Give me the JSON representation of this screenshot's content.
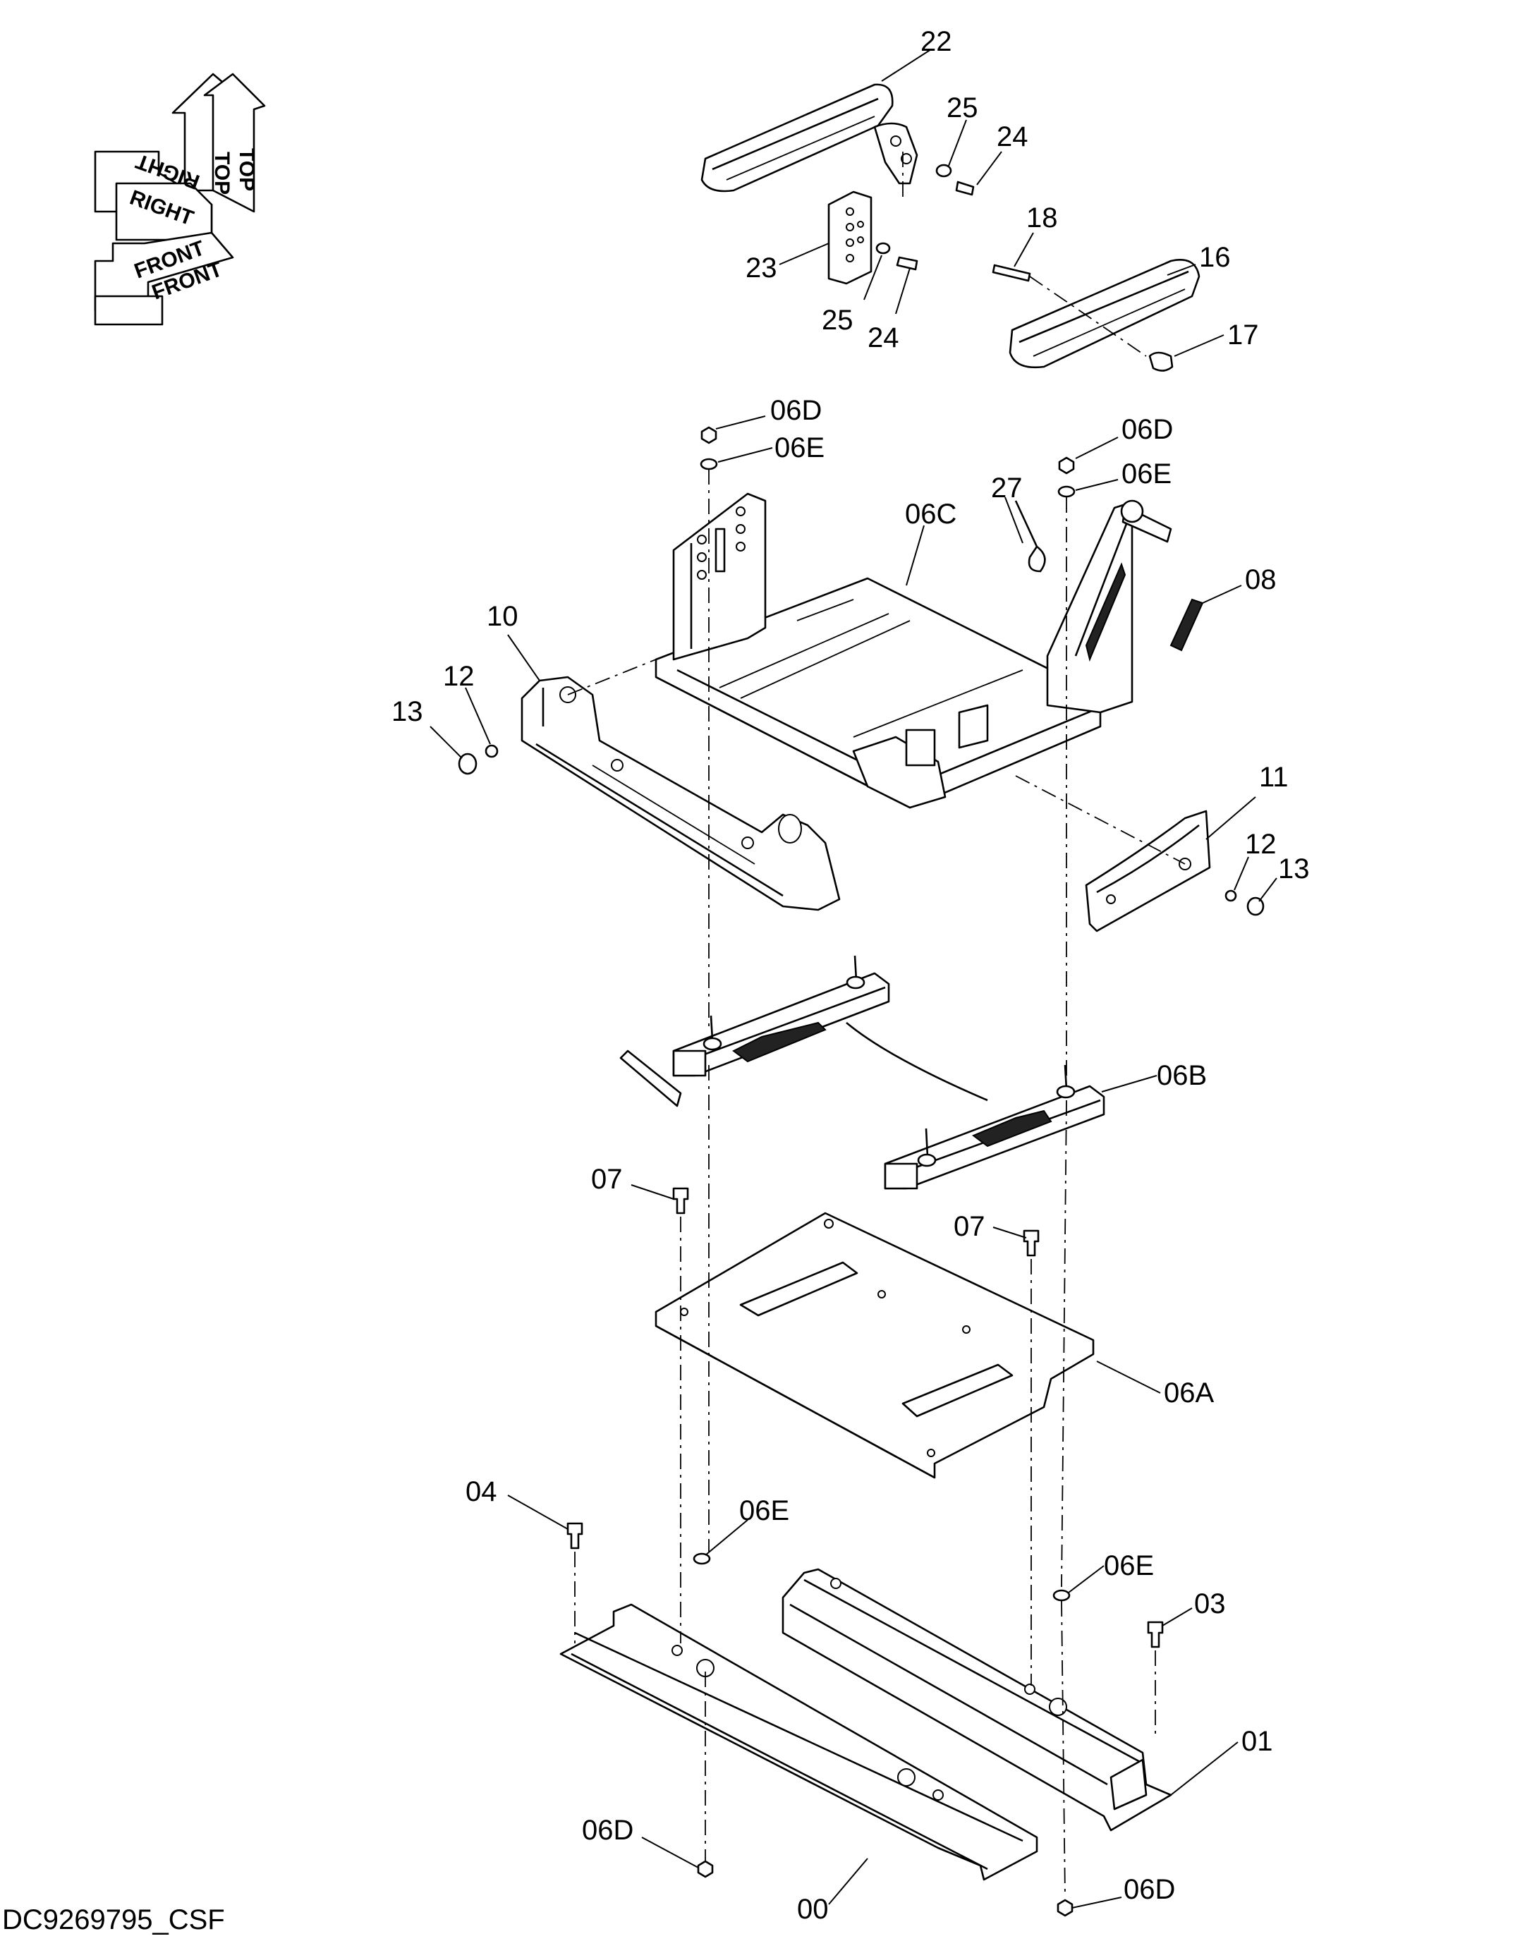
{
  "diagram": {
    "document_id": "DC9269795_CSF",
    "orientation": {
      "labels": [
        "TOP",
        "TOP",
        "RIGHT",
        "RIGHT",
        "FRONT",
        "FRONT"
      ]
    },
    "callouts": {
      "c22": "22",
      "c25a": "25",
      "c24a": "24",
      "c23": "23",
      "c25b": "25",
      "c24b": "24",
      "c18": "18",
      "c16": "16",
      "c17": "17",
      "c06D_a": "06D",
      "c06E_a": "06E",
      "c06D_b": "06D",
      "c06E_b": "06E",
      "c27": "27",
      "c06C": "06C",
      "c08": "08",
      "c10": "10",
      "c12a": "12",
      "c13a": "13",
      "c11": "11",
      "c12b": "12",
      "c13b": "13",
      "c06B": "06B",
      "c07a": "07",
      "c07b": "07",
      "c06A": "06A",
      "c04": "04",
      "c06E_c": "06E",
      "c06E_d": "06E",
      "c03": "03",
      "c01": "01",
      "c06D_c": "06D",
      "c00": "00",
      "c06D_d": "06D"
    }
  }
}
